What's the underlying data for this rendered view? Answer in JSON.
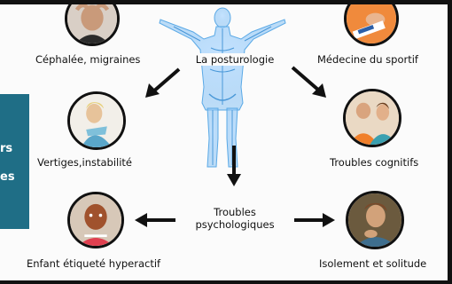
{
  "center_title": "La posturologie",
  "center_bottom": {
    "line1": "Troubles",
    "line2": "psychologiques"
  },
  "items": [
    {
      "label": "Céphalée, migraines"
    },
    {
      "label": "Médecine du sportif"
    },
    {
      "label": "Vertiges,instabilité"
    },
    {
      "label": "Troubles cognitifs"
    },
    {
      "label": "Enfant étiqueté hyperactif"
    },
    {
      "label": "Isolement et solitude"
    }
  ],
  "side_panel": {
    "line1": "rs",
    "line2": "es"
  },
  "colors": {
    "accent_panel": "#1f6e86",
    "skeleton_blue": "#5aa9e6",
    "arrow": "#111111"
  }
}
